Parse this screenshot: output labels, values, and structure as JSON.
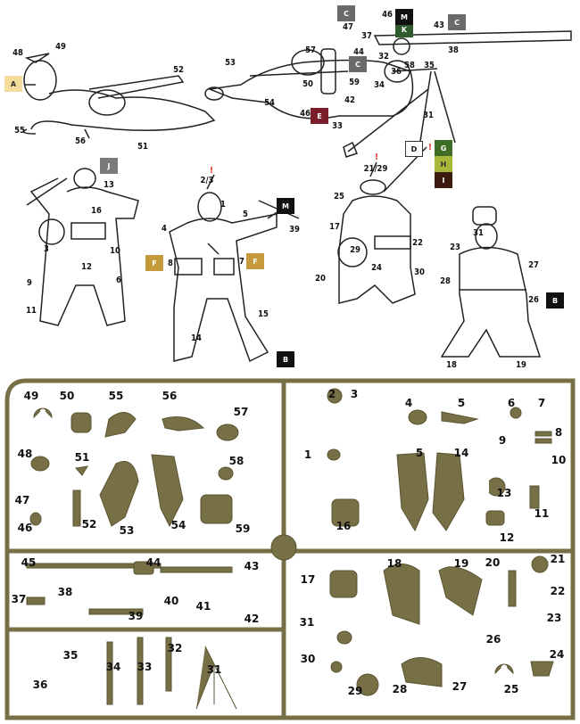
{
  "colors": {
    "A": "#f3dc9c",
    "C": "#6a6a6a",
    "K": "#2f5b2f",
    "E": "#7b1e2c",
    "M": "#111111",
    "J": "#7a7a7a",
    "F": "#c49a3c",
    "B": "#111111",
    "D": "#ffffff",
    "G": "#3f6d26",
    "H": "#a9b83a",
    "I": "#3b1a0f",
    "sprue": "#777047",
    "alert": "#e0281e"
  },
  "figure_prone_left": {
    "labels": [
      "48",
      "49",
      "52",
      "55",
      "56",
      "51"
    ],
    "callouts": [
      "A"
    ]
  },
  "figure_prone_right": {
    "labels": [
      "47",
      "53",
      "57",
      "58",
      "50",
      "59",
      "54",
      "46"
    ],
    "callouts": [
      "C",
      "K",
      "E"
    ]
  },
  "machine_gun": {
    "labels": [
      "46",
      "43",
      "37",
      "38",
      "44",
      "32",
      "35",
      "36",
      "34",
      "42",
      "31",
      "33"
    ],
    "callouts": [
      "M",
      "C",
      "C"
    ]
  },
  "figure_back": {
    "labels": [
      "13",
      "16",
      "3",
      "10",
      "12",
      "9",
      "6",
      "11"
    ],
    "callouts": [
      "J"
    ]
  },
  "figure_throwing": {
    "labels": [
      "!",
      "2/3",
      "1",
      "5",
      "4",
      "39",
      "8",
      "7",
      "15",
      "14"
    ],
    "callouts": [
      "M",
      "F",
      "F",
      "B"
    ]
  },
  "figure_kneeling_back": {
    "labels": [
      "!",
      "21/29",
      "!",
      "25",
      "17",
      "29",
      "22",
      "24",
      "20",
      "30"
    ],
    "callouts": [
      "D",
      "G",
      "H",
      "I"
    ]
  },
  "figure_kneeling_front": {
    "labels": [
      "31",
      "23",
      "27",
      "28",
      "26",
      "18",
      "19"
    ],
    "callouts": [
      "B"
    ]
  },
  "sprue_parts": [
    "49",
    "50",
    "55",
    "56",
    "57",
    "48",
    "51",
    "58",
    "47",
    "46",
    "52",
    "53",
    "54",
    "59",
    "2",
    "3",
    "4",
    "5",
    "6",
    "7",
    "1",
    "9",
    "8",
    "10",
    "5",
    "14",
    "13",
    "11",
    "16",
    "12",
    "45",
    "44",
    "43",
    "37",
    "38",
    "39",
    "40",
    "41",
    "42",
    "36",
    "35",
    "34",
    "33",
    "32",
    "31",
    "17",
    "18",
    "19",
    "20",
    "21",
    "22",
    "23",
    "26",
    "31",
    "30",
    "24",
    "29",
    "28",
    "27",
    "25"
  ]
}
